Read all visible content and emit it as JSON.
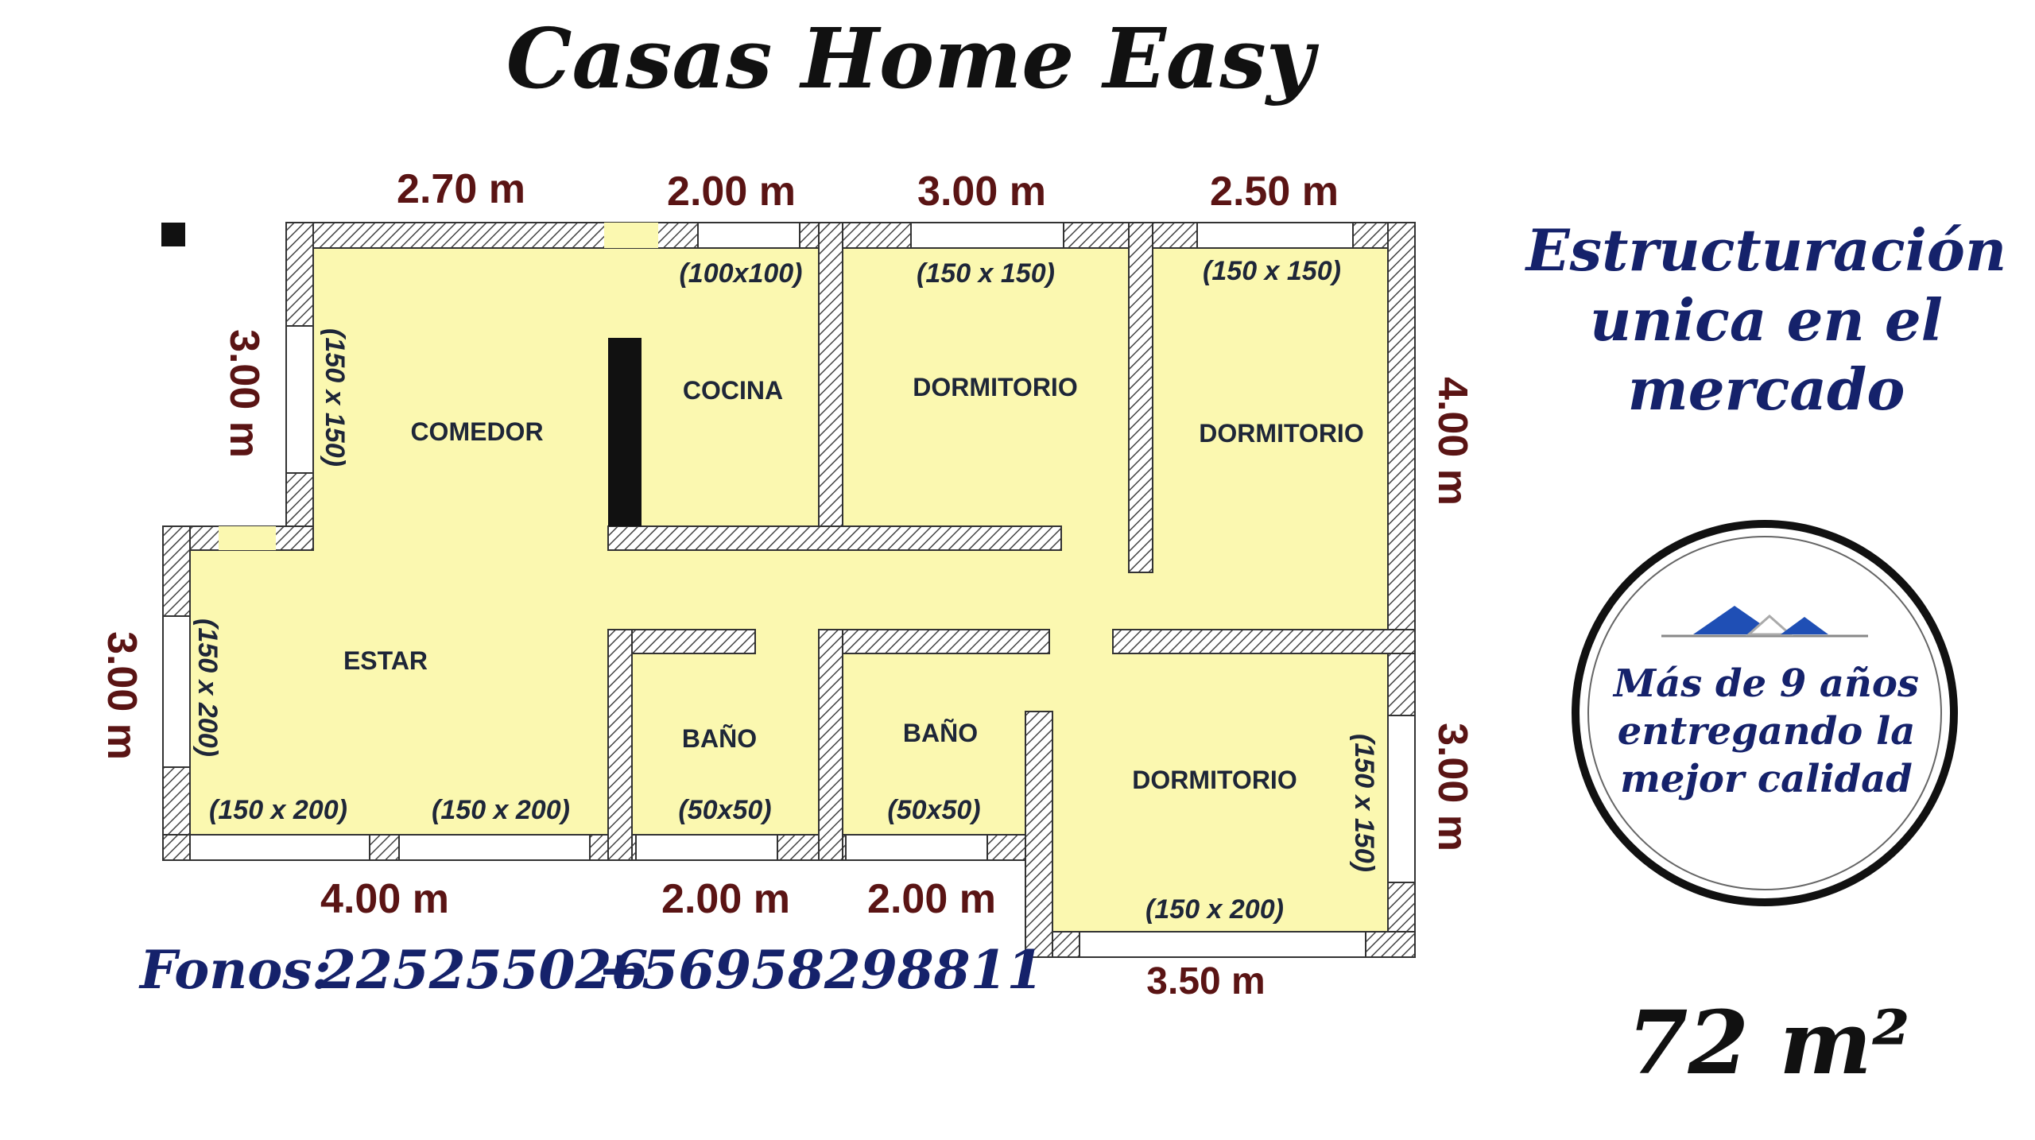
{
  "header": {
    "title": "Casas Home Easy"
  },
  "plan": {
    "dimensions": {
      "top": [
        "2.70 m",
        "2.00 m",
        "3.00 m",
        "2.50 m"
      ],
      "bottom": [
        "4.00 m",
        "2.00 m",
        "2.00 m",
        "3.50 m"
      ],
      "left": [
        "3.00 m",
        "3.00 m"
      ],
      "right": [
        "4.00 m",
        "3.00 m"
      ]
    },
    "rooms": {
      "comedor": "COMEDOR",
      "cocina": "COCINA",
      "dormitorio_1": "DORMITORIO",
      "dormitorio_2": "DORMITORIO",
      "dormitorio_3": "DORMITORIO",
      "estar": "ESTAR",
      "bano_1": "BAÑO",
      "bano_2": "BAÑO"
    },
    "windows": {
      "cocina": "(100x100)",
      "dormitorio_1": "(150 x 150)",
      "dormitorio_2": "(150 x 150)",
      "comedor_side": "(150 x 150)",
      "estar_side": "(150 x 200)",
      "estar_bottom_1": "(150 x 200)",
      "estar_bottom_2": "(150 x 200)",
      "bano_1": "(50x50)",
      "bano_2": "(50x50)",
      "dormitorio_3_bottom": "(150 x 200)",
      "dormitorio_3_side": "(150 x 150)"
    }
  },
  "tagline": {
    "line1": "Estructuración",
    "line2": "unica en el",
    "line3": "mercado"
  },
  "badge": {
    "icon": "house-roof-icon",
    "line1": "Más de 9 años",
    "line2": "entregando la",
    "line3": "mejor calidad"
  },
  "contact": {
    "label": "Fonos:",
    "phone1": "225255026",
    "phone2": "+56958298811"
  },
  "area": {
    "value": "72 m²"
  },
  "colors": {
    "floor": "#fbf8b0",
    "dimension": "#5a1414",
    "navy": "#15226b"
  }
}
